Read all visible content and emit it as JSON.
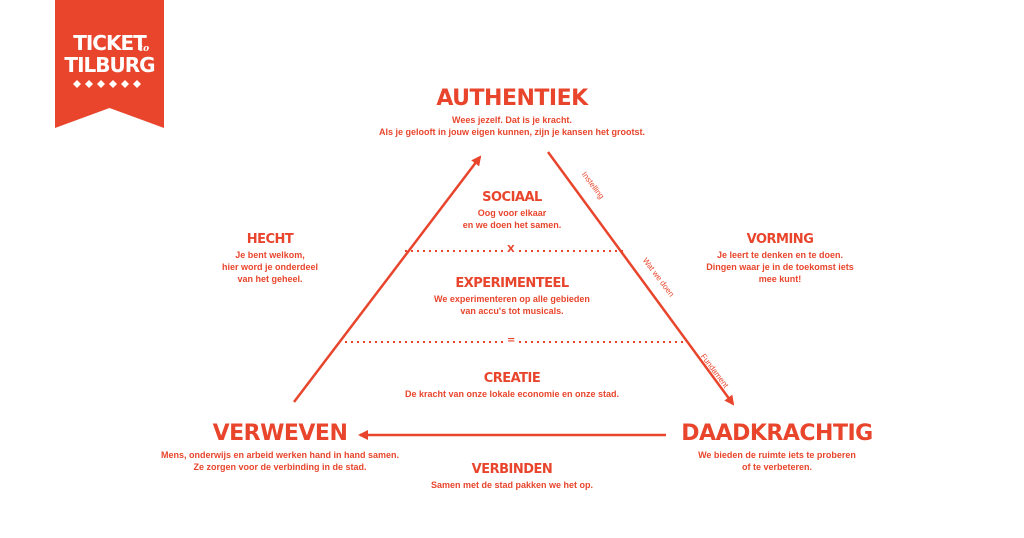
{
  "logo": {
    "line1": "TICKET",
    "to": "to",
    "line2": "TILBURG"
  },
  "top": {
    "title": "AUTHENTIEK",
    "lines": [
      "Wees jezelf. Dat is je kracht.",
      "Als je gelooft in jouw eigen kunnen, zijn je kansen het grootst."
    ]
  },
  "left_mid": {
    "title": "HECHT",
    "lines": [
      "Je bent welkom,",
      "hier word  je onderdeel",
      "van het geheel."
    ]
  },
  "right_mid": {
    "title": "VORMING",
    "lines": [
      "Je leert te denken en te doen.",
      "Dingen waar je in de toekomst iets",
      "mee kunt!"
    ]
  },
  "inner": {
    "sociaal": {
      "title": "SOCIAAL",
      "lines": [
        "Oog voor elkaar",
        "en we doen het samen."
      ]
    },
    "separator1": "X",
    "experimenteel": {
      "title": "EXPERIMENTEEL",
      "lines": [
        "We experimenteren op alle gebieden",
        "van accu's tot musicals."
      ]
    },
    "separator2": "=",
    "creatie": {
      "title": "CREATIE",
      "lines": [
        "De kracht van onze lokale economie en onze stad."
      ]
    }
  },
  "bottom_left": {
    "title": "VERWEVEN",
    "lines": [
      "Mens, onderwijs en arbeid werken hand in hand samen.",
      "Ze zorgen voor de verbinding in de stad."
    ]
  },
  "bottom_right": {
    "title": "DAADKRACHTIG",
    "lines": [
      "We bieden de ruimte iets te proberen",
      "of te verbeteren."
    ]
  },
  "bottom_center": {
    "title": "VERBINDEN",
    "lines": [
      "Samen met de stad pakken we het op."
    ]
  },
  "edge_labels": {
    "instelling": "Instelling",
    "wat_we_doen": "Wat we doen",
    "fundament": "Fundament"
  },
  "colors": {
    "accent": "#e8452c",
    "background": "#ffffff"
  }
}
